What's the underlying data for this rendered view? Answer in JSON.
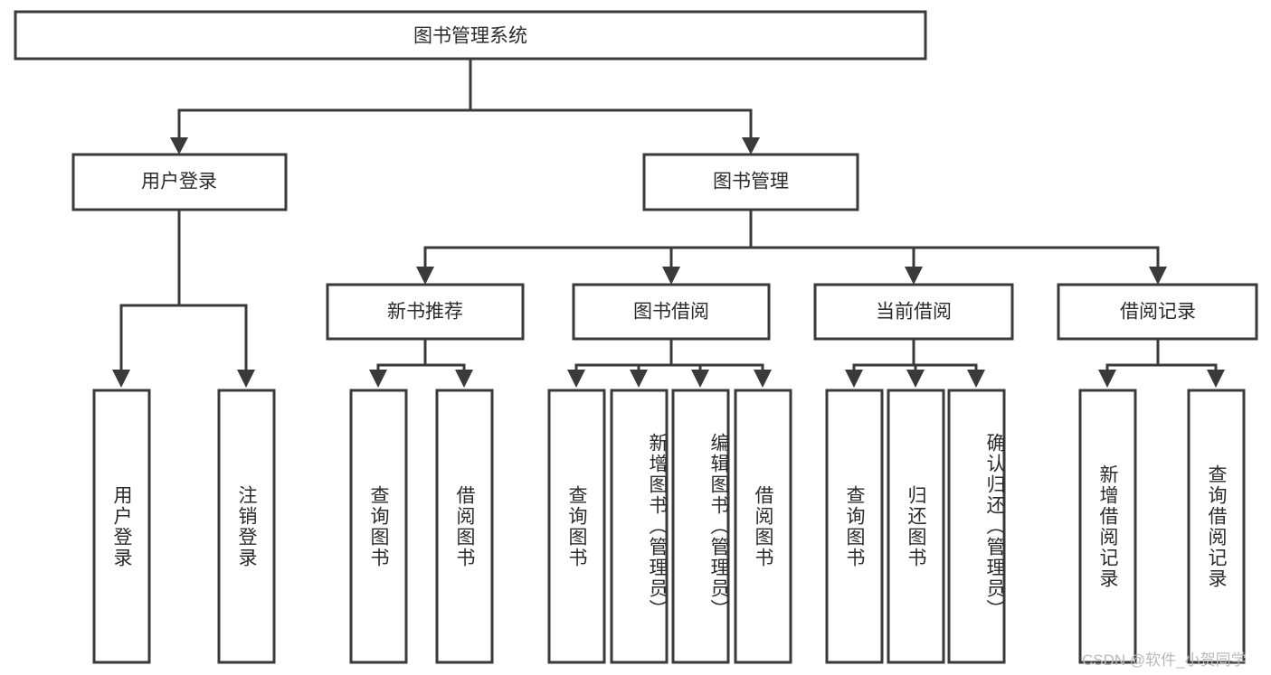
{
  "diagram": {
    "type": "hierarchical-tree",
    "title": "图书管理系统",
    "watermark": "CSDN @软件_小贺同学",
    "colors": {
      "box_stroke": "#3a3a3a",
      "box_fill": "#ffffff",
      "connector": "#3a3a3a",
      "text": "#2b2b2b",
      "watermark": "#b9b9b9",
      "background": "#ffffff"
    },
    "levels": [
      {
        "level": 0,
        "nodes": [
          {
            "id": "root",
            "label": "图书管理系统",
            "orientation": "horizontal"
          }
        ]
      },
      {
        "level": 1,
        "nodes": [
          {
            "id": "user-login",
            "label": "用户登录",
            "orientation": "horizontal",
            "parent": "root"
          },
          {
            "id": "book-manage",
            "label": "图书管理",
            "orientation": "horizontal",
            "parent": "root"
          }
        ]
      },
      {
        "level": 2,
        "nodes": [
          {
            "id": "new-book-rec",
            "label": "新书推荐",
            "orientation": "horizontal",
            "parent": "book-manage"
          },
          {
            "id": "book-borrow",
            "label": "图书借阅",
            "orientation": "horizontal",
            "parent": "book-manage"
          },
          {
            "id": "current-borrow",
            "label": "当前借阅",
            "orientation": "horizontal",
            "parent": "book-manage"
          },
          {
            "id": "borrow-record",
            "label": "借阅记录",
            "orientation": "horizontal",
            "parent": "book-manage"
          }
        ]
      },
      {
        "level": 3,
        "nodes": [
          {
            "id": "leaf-user-login",
            "label": "用户登录",
            "orientation": "vertical",
            "parent": "user-login"
          },
          {
            "id": "leaf-logout",
            "label": "注销登录",
            "orientation": "vertical",
            "parent": "user-login"
          },
          {
            "id": "leaf-query-book-1",
            "label": "查询图书",
            "orientation": "vertical",
            "parent": "new-book-rec"
          },
          {
            "id": "leaf-borrow-book-1",
            "label": "借阅图书",
            "orientation": "vertical",
            "parent": "new-book-rec"
          },
          {
            "id": "leaf-query-book-2",
            "label": "查询图书",
            "orientation": "vertical",
            "parent": "book-borrow"
          },
          {
            "id": "leaf-add-book",
            "label": "新增图书（管理员）",
            "orientation": "vertical",
            "parent": "book-borrow"
          },
          {
            "id": "leaf-edit-book",
            "label": "编辑图书（管理员）",
            "orientation": "vertical",
            "parent": "book-borrow"
          },
          {
            "id": "leaf-borrow-book-2",
            "label": "借阅图书",
            "orientation": "vertical",
            "parent": "book-borrow"
          },
          {
            "id": "leaf-query-book-3",
            "label": "查询图书",
            "orientation": "vertical",
            "parent": "current-borrow"
          },
          {
            "id": "leaf-return-book",
            "label": "归还图书",
            "orientation": "vertical",
            "parent": "current-borrow"
          },
          {
            "id": "leaf-confirm-return",
            "label": "确认归还（管理员）",
            "orientation": "vertical",
            "parent": "current-borrow"
          },
          {
            "id": "leaf-add-record",
            "label": "新增借阅记录",
            "orientation": "vertical",
            "parent": "borrow-record"
          },
          {
            "id": "leaf-query-record",
            "label": "查询借阅记录",
            "orientation": "vertical",
            "parent": "borrow-record"
          }
        ]
      }
    ]
  }
}
